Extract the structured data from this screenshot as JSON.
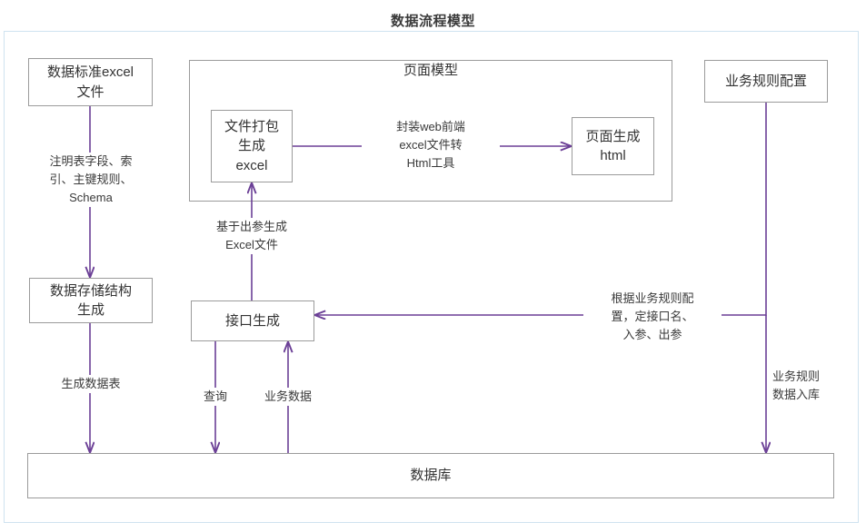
{
  "title": "数据流程模型",
  "theme": {
    "frame_border": "#cfe3f0",
    "node_border": "#9b9b9b",
    "arrow_color": "#6b3f96",
    "text_color": "#333333",
    "background": "#ffffff"
  },
  "nodes": {
    "data_standard_excel": "数据标准excel\n文件",
    "data_storage_struct": "数据存储结构\n生成",
    "file_package_excel": "文件打包\n生成\nexcel",
    "page_generate_html": "页面生成\nhtml",
    "interface_generate": "接口生成",
    "business_rule_config": "业务规则配置",
    "database": "数据库"
  },
  "groups": {
    "page_model": "页面模型"
  },
  "edge_labels": {
    "schema_rules": "注明表字段、索\n引、主键规则、\nSchema",
    "generate_data_table": "生成数据表",
    "excel_from_output_params": "基于出参生成\nExcel文件",
    "web_excel_to_html_tool": "封装web前端\nexcel文件转\nHtml工具",
    "query": "查询",
    "business_data": "业务数据",
    "by_business_rule": "根据业务规则配\n置，定接口名、\n入参、出参",
    "rule_data_to_db": "业务规则\n数据入库"
  }
}
